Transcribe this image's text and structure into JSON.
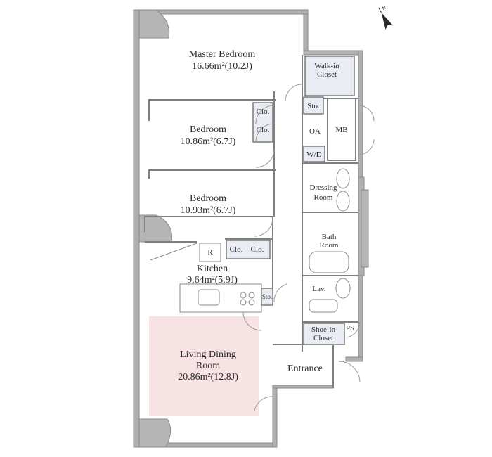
{
  "rooms": {
    "master_bedroom": {
      "name": "Master Bedroom",
      "area": "16.66m²(10.2J)"
    },
    "bedroom_1": {
      "name": "Bedroom",
      "area": "10.86m²(6.7J)"
    },
    "bedroom_2": {
      "name": "Bedroom",
      "area": "10.93m²(6.7J)"
    },
    "kitchen": {
      "name": "Kitchen",
      "area": "9.64m²(5.9J)"
    },
    "living_dining": {
      "name_line1": "Living Dining",
      "name_line2": "Room",
      "area": "20.86m²(12.8J)"
    },
    "walk_in_closet": {
      "line1": "Walk-in",
      "line2": "Closet"
    },
    "shoe_in_closet": {
      "line1": "Shoe-in",
      "line2": "Closet"
    },
    "dressing_room": {
      "line1": "Dressing",
      "line2": "Room"
    },
    "bath_room": {
      "line1": "Bath",
      "line2": "Room"
    },
    "lavatory": "Lav.",
    "entrance": "Entrance",
    "storage": "Sto.",
    "closet": "Clo.",
    "oa": "OA",
    "mb": "MB",
    "wd": "W/D",
    "ps": "PS",
    "refrigerator": "R"
  },
  "compass_icon": "north-arrow-icon",
  "colors": {
    "wall": "#a9a9a9",
    "wall_stroke": "#8f8f8f",
    "line": "#7a7a7a",
    "living_highlight": "#f7e3e3",
    "closet_fill": "#e9edf3"
  }
}
